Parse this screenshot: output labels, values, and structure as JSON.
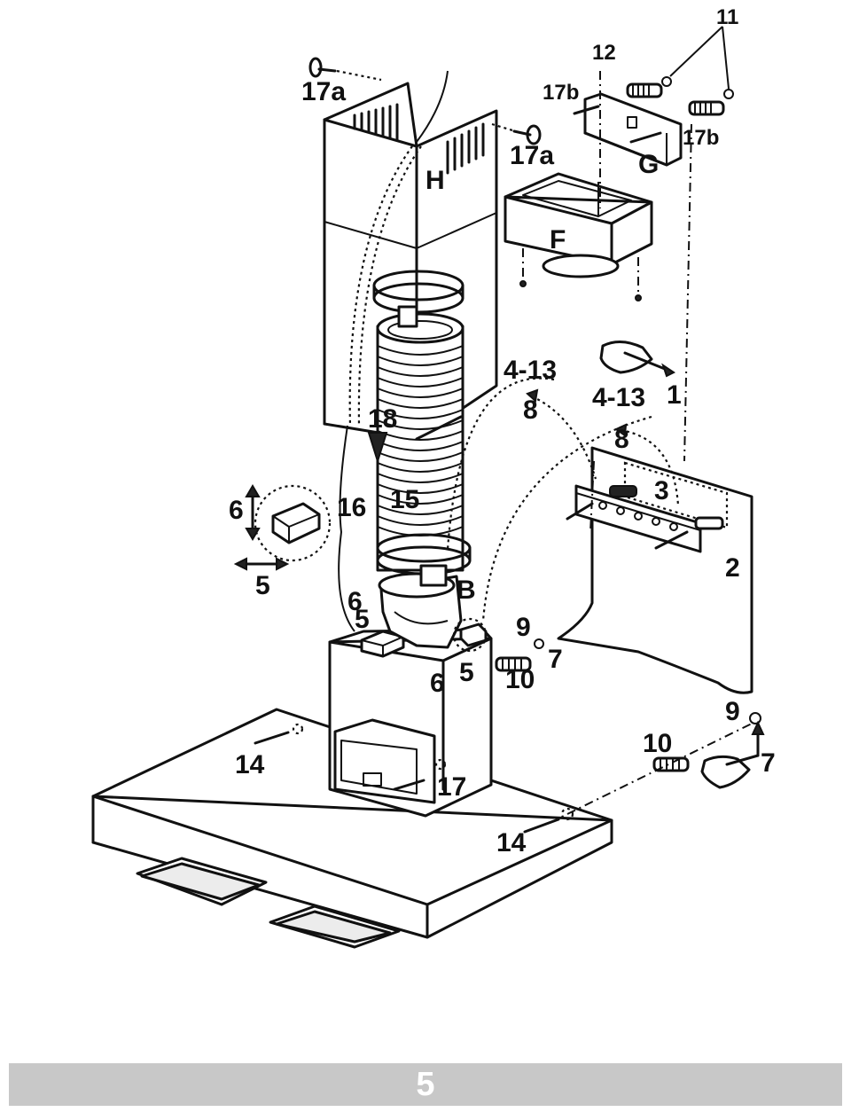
{
  "labels": {
    "n11": "11",
    "n12": "12",
    "n17a_top": "17a",
    "n17a_mid": "17a",
    "n17b_left": "17b",
    "n17b_right": "17b",
    "G": "G",
    "H": "H",
    "F": "F",
    "n1": "1",
    "n4_13_a": "4-13",
    "n4_13_b": "4-13",
    "n8_a": "8",
    "n8_b": "8",
    "n18": "18",
    "n3": "3",
    "n2": "2",
    "n6_left": "6",
    "n16": "16",
    "n15": "15",
    "n5_left": "5",
    "B": "B",
    "n6_mid": "6",
    "n5_mid": "5",
    "n9_mid": "9",
    "n7_mid": "7",
    "n6_low": "6",
    "n5_low": "5",
    "n10_mid": "10",
    "n9_right": "9",
    "n10_right": "10",
    "n7_right": "7",
    "n14_left": "14",
    "n17": "17",
    "n14_low": "14"
  },
  "footer": {
    "page_number": "5",
    "bar_color": "#c8c8c8"
  }
}
